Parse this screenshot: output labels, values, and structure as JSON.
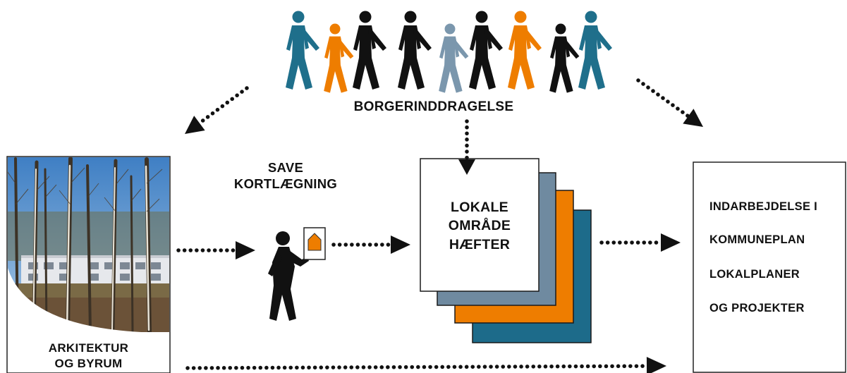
{
  "borgerinddragelse": "BORGERINDDRAGELSE",
  "save": {
    "line1": "SAVE",
    "line2": "KORTLÆGNING"
  },
  "lokale": {
    "line1": "LOKALE",
    "line2": "OMRÅDE",
    "line3": "HÆFTER"
  },
  "arkitektur": {
    "line1": "ARKITEKTUR",
    "line2": "OG BYRUM"
  },
  "right_box": {
    "line1": "INDARBEJDELSE I",
    "line2": "KOMMUNEPLAN",
    "line3": "LOKALPLANER",
    "line4": "OG PROJEKTER"
  },
  "colors": {
    "teal": "#1f6f8b",
    "orange": "#ee7d00",
    "black": "#111111",
    "grey_blue": "#7b97ad",
    "sheet_grey": "#6f8aa0",
    "sheet_orange": "#ee7d00",
    "sheet_teal": "#1d6b8a"
  },
  "people_colors": [
    "teal",
    "orange",
    "black",
    "black",
    "grey_blue",
    "black",
    "orange",
    "black",
    "teal"
  ]
}
